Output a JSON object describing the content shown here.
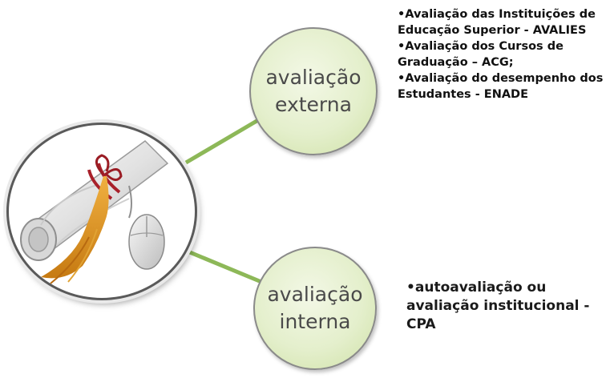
{
  "diagram": {
    "nodes": [
      {
        "label": "avaliação\nexterna",
        "bullets": [
          "•Avaliação das Instituições de Educação Superior  - AVALIES",
          "•Avaliação dos Cursos de Graduação – ACG;",
          "•Avaliação do desempenho dos Estudantes - ENADE"
        ]
      },
      {
        "label": "avaliação\ninterna",
        "bullets": [
          "•autoavaliação ou avaliação institucional - CPA"
        ]
      }
    ]
  },
  "colors": {
    "connector": "#8db858",
    "node_fill": "#e4efcc",
    "node_border": "#8a8a8a",
    "node_text": "#4a4a4a"
  },
  "icons": {
    "center_image": "diploma-and-mouse-icon"
  }
}
